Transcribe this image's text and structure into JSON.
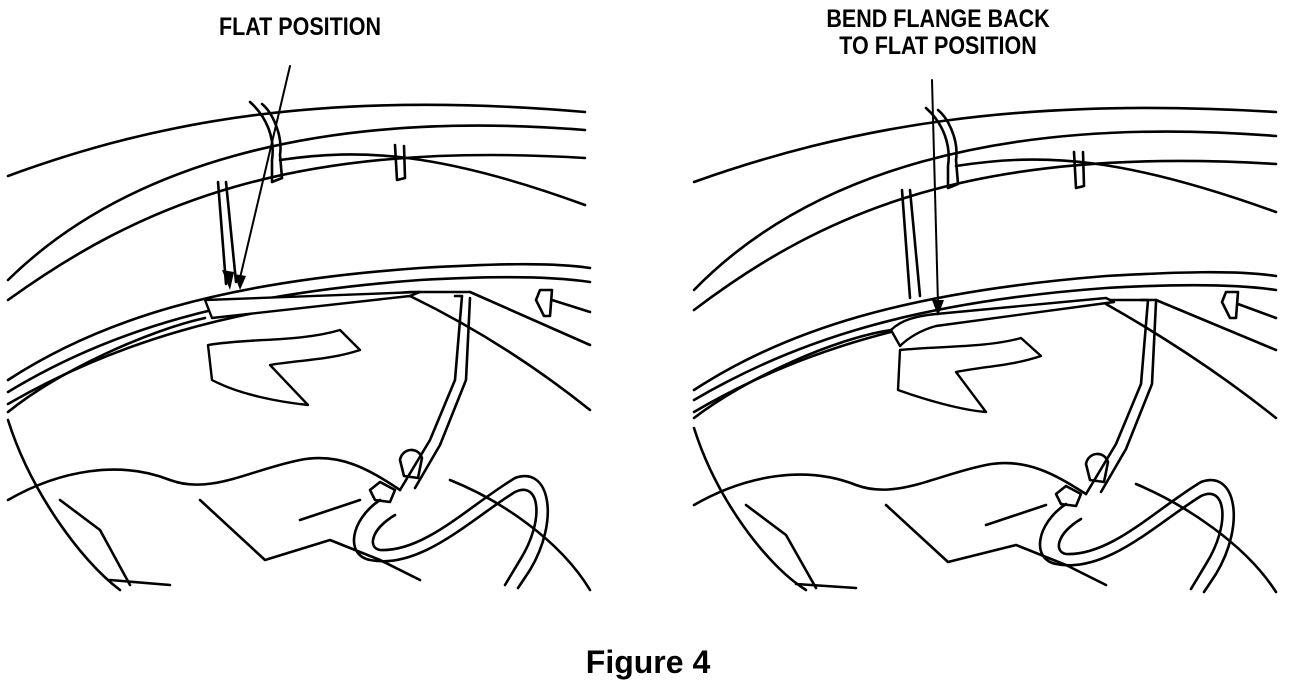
{
  "figure": {
    "caption": "Figure 4",
    "panels": [
      {
        "callout": "FLAT POSITION"
      },
      {
        "callout_line1": "BEND FLANGE BACK",
        "callout_line2": "TO FLAT POSITION"
      }
    ]
  }
}
